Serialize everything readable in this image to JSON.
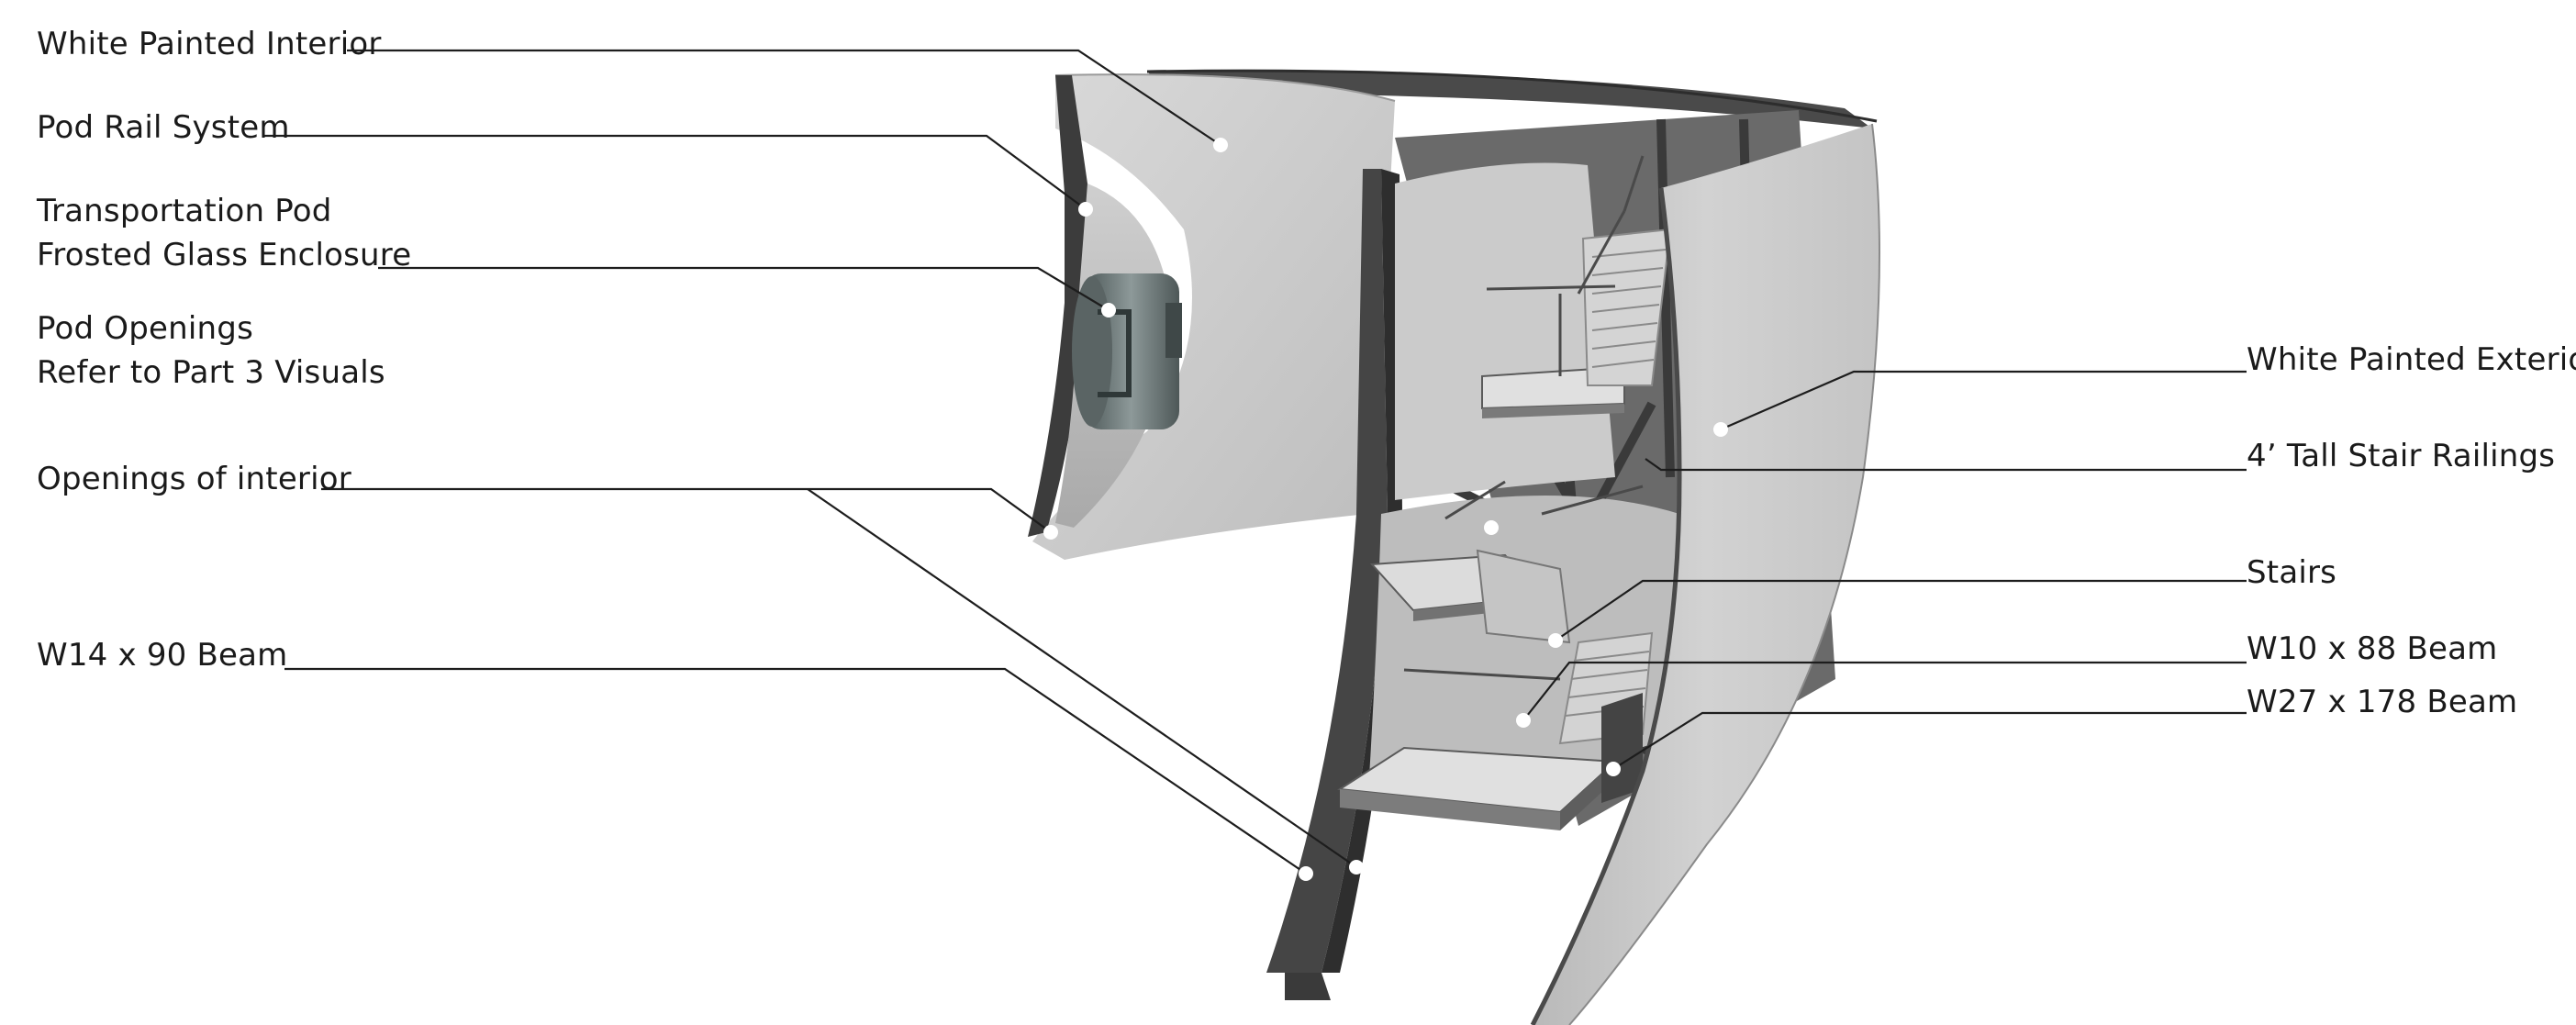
{
  "labels": {
    "white_painted_interior": "White Painted Interior",
    "pod_rail_system": "Pod Rail System",
    "transportation_pod_line1": "Transportation Pod",
    "transportation_pod_line2": "Frosted Glass Enclosure",
    "pod_openings_line1": "Pod Openings",
    "pod_openings_line2": "Refer to Part 3 Visuals",
    "openings_of_interior": "Openings of interior",
    "w14_beam": "W14 x 90 Beam",
    "white_painted_exterior": "White Painted Exterior",
    "stair_railings": "4’ Tall Stair Railings",
    "stairs": "Stairs",
    "w10_beam": "W10 x 88 Beam",
    "w27_beam": "W27 x 178 Beam"
  },
  "colors": {
    "shell_light": "#d8d8d8",
    "shell_mid": "#c2c2c2",
    "steel_dark": "#3a3a3a",
    "steel_mid": "#5c5c5c",
    "leader_line": "#1d1d1d",
    "callout_dot": "#ffffff"
  }
}
